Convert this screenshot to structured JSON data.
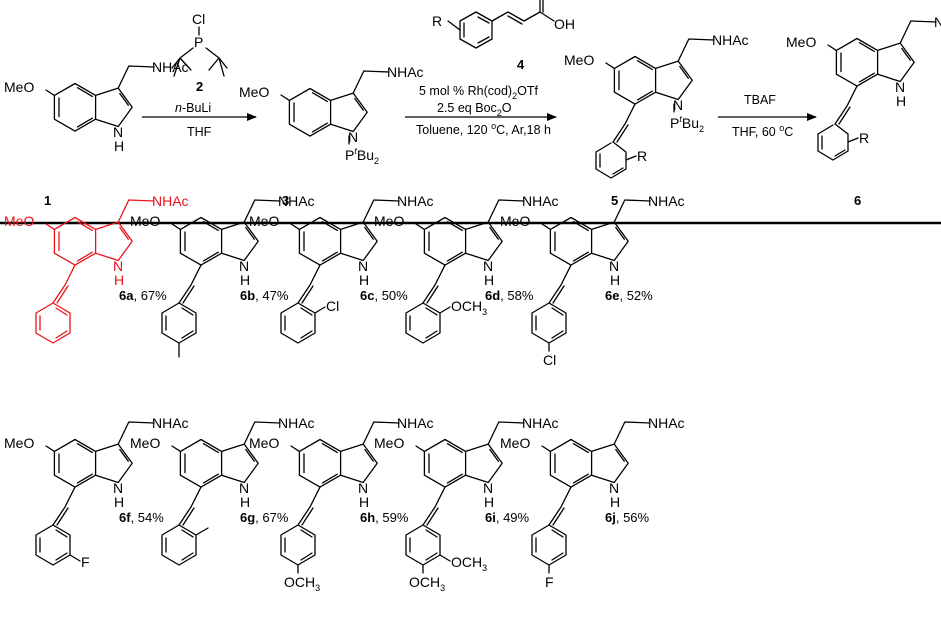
{
  "atoms": {
    "meo": "MeO",
    "nhac": "NHAc",
    "nh": "NH",
    "n": "N",
    "h": "H",
    "p": "P",
    "p_sup": "t",
    "p_bu": "Bu",
    "p_sub": "2",
    "r": "R",
    "cl": "Cl",
    "f": "F",
    "och3": "OCH",
    "och3_sub": "3",
    "o": "O",
    "oh": "OH"
  },
  "numbers": {
    "c1": "1",
    "c2": "2",
    "c3": "3",
    "c4": "4",
    "c5": "5",
    "c6": "6"
  },
  "reagents": {
    "step1_base": "-BuLi",
    "step1_base_prefix": "n",
    "step1_solvent": "THF",
    "step2_cat_a": "5 mol % Rh(cod)",
    "step2_cat_sub": "2",
    "step2_cat_b": "OTf",
    "step2_add_a": "2.5 eq Boc",
    "step2_add_sub": "2",
    "step2_add_b": "O",
    "step2_cond_a": "Toluene, 120 ",
    "step2_cond_sup": "o",
    "step2_cond_b": "C, Ar,18 h",
    "step3_reagent": "TBAF",
    "step3_cond_a": "THF, 60 ",
    "step3_cond_sup": "o",
    "step3_cond_b": "C"
  },
  "products": [
    {
      "id": "6a",
      "yield": ", 67%"
    },
    {
      "id": "6b",
      "yield": ", 47%"
    },
    {
      "id": "6c",
      "yield": ", 50%"
    },
    {
      "id": "6d",
      "yield": ", 58%"
    },
    {
      "id": "6e",
      "yield": ", 52%"
    },
    {
      "id": "6f",
      "yield": ", 54%"
    },
    {
      "id": "6g",
      "yield": ", 67%"
    },
    {
      "id": "6h",
      "yield": ", 59%"
    },
    {
      "id": "6i",
      "yield": ", 49%"
    },
    {
      "id": "6j",
      "yield": ", 56%"
    }
  ],
  "colors": {
    "highlight": "#e8141b",
    "ink": "#000000"
  }
}
